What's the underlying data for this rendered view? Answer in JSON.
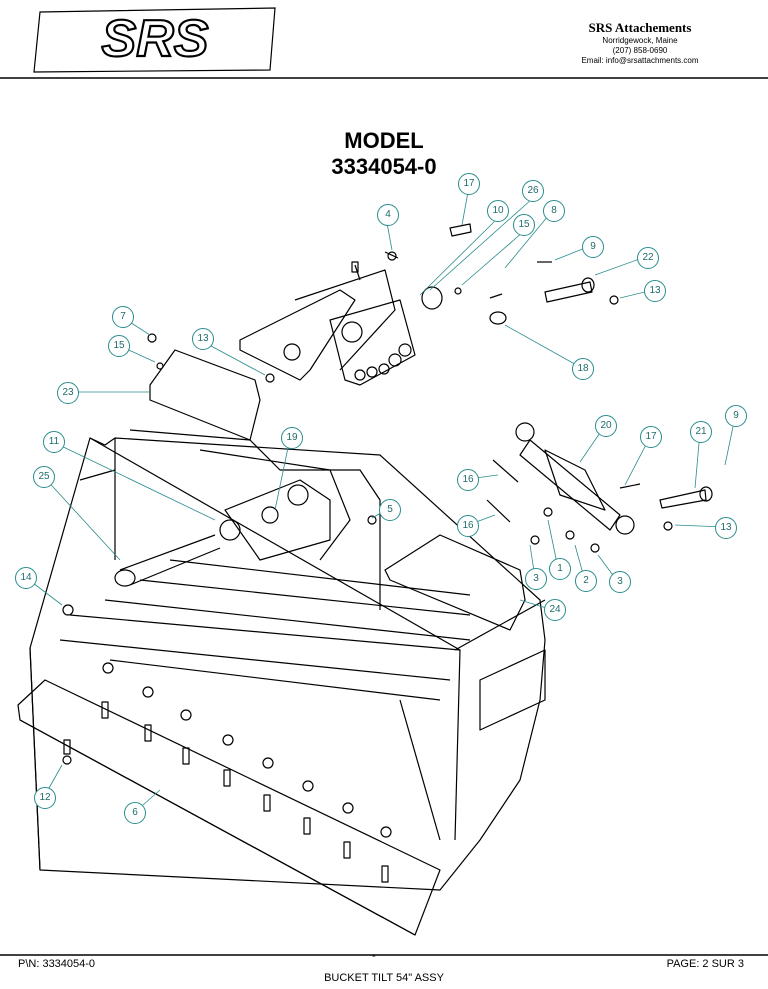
{
  "header": {
    "logo_text": "SRS",
    "company_name": "SRS Attachements",
    "company_city": "Norridgewock, Maine",
    "company_phone": "(207) 858-0690",
    "company_email": "Email: info@srsattachments.com"
  },
  "title": {
    "line1": "MODEL",
    "line2": "3334054-0"
  },
  "footer": {
    "part_number": "P\\N: 3334054-0",
    "center_mark": "-",
    "description": "BUCKET TILT 54\" ASSY",
    "page": "PAGE: 2 SUR 3"
  },
  "colors": {
    "callout": "#2a8c8c",
    "line": "#000000"
  },
  "callouts": [
    {
      "id": "c4",
      "label": "4"
    },
    {
      "id": "c17a",
      "label": "17"
    },
    {
      "id": "c26",
      "label": "26"
    },
    {
      "id": "c10",
      "label": "10"
    },
    {
      "id": "c8",
      "label": "8"
    },
    {
      "id": "c15a",
      "label": "15"
    },
    {
      "id": "c9a",
      "label": "9"
    },
    {
      "id": "c22",
      "label": "22"
    },
    {
      "id": "c13a",
      "label": "13"
    },
    {
      "id": "c7",
      "label": "7"
    },
    {
      "id": "c13b",
      "label": "13"
    },
    {
      "id": "c15b",
      "label": "15"
    },
    {
      "id": "c18",
      "label": "18"
    },
    {
      "id": "c23",
      "label": "23"
    },
    {
      "id": "c20",
      "label": "20"
    },
    {
      "id": "c9b",
      "label": "9"
    },
    {
      "id": "c11",
      "label": "11"
    },
    {
      "id": "c19",
      "label": "19"
    },
    {
      "id": "c17b",
      "label": "17"
    },
    {
      "id": "c21",
      "label": "21"
    },
    {
      "id": "c25",
      "label": "25"
    },
    {
      "id": "c16a",
      "label": "16"
    },
    {
      "id": "c5",
      "label": "5"
    },
    {
      "id": "c16b",
      "label": "16"
    },
    {
      "id": "c13c",
      "label": "13"
    },
    {
      "id": "c1",
      "label": "1"
    },
    {
      "id": "c2",
      "label": "2"
    },
    {
      "id": "c3a",
      "label": "3"
    },
    {
      "id": "c3b",
      "label": "3"
    },
    {
      "id": "c14",
      "label": "14"
    },
    {
      "id": "c24",
      "label": "24"
    },
    {
      "id": "c12",
      "label": "12"
    },
    {
      "id": "c6",
      "label": "6"
    }
  ]
}
